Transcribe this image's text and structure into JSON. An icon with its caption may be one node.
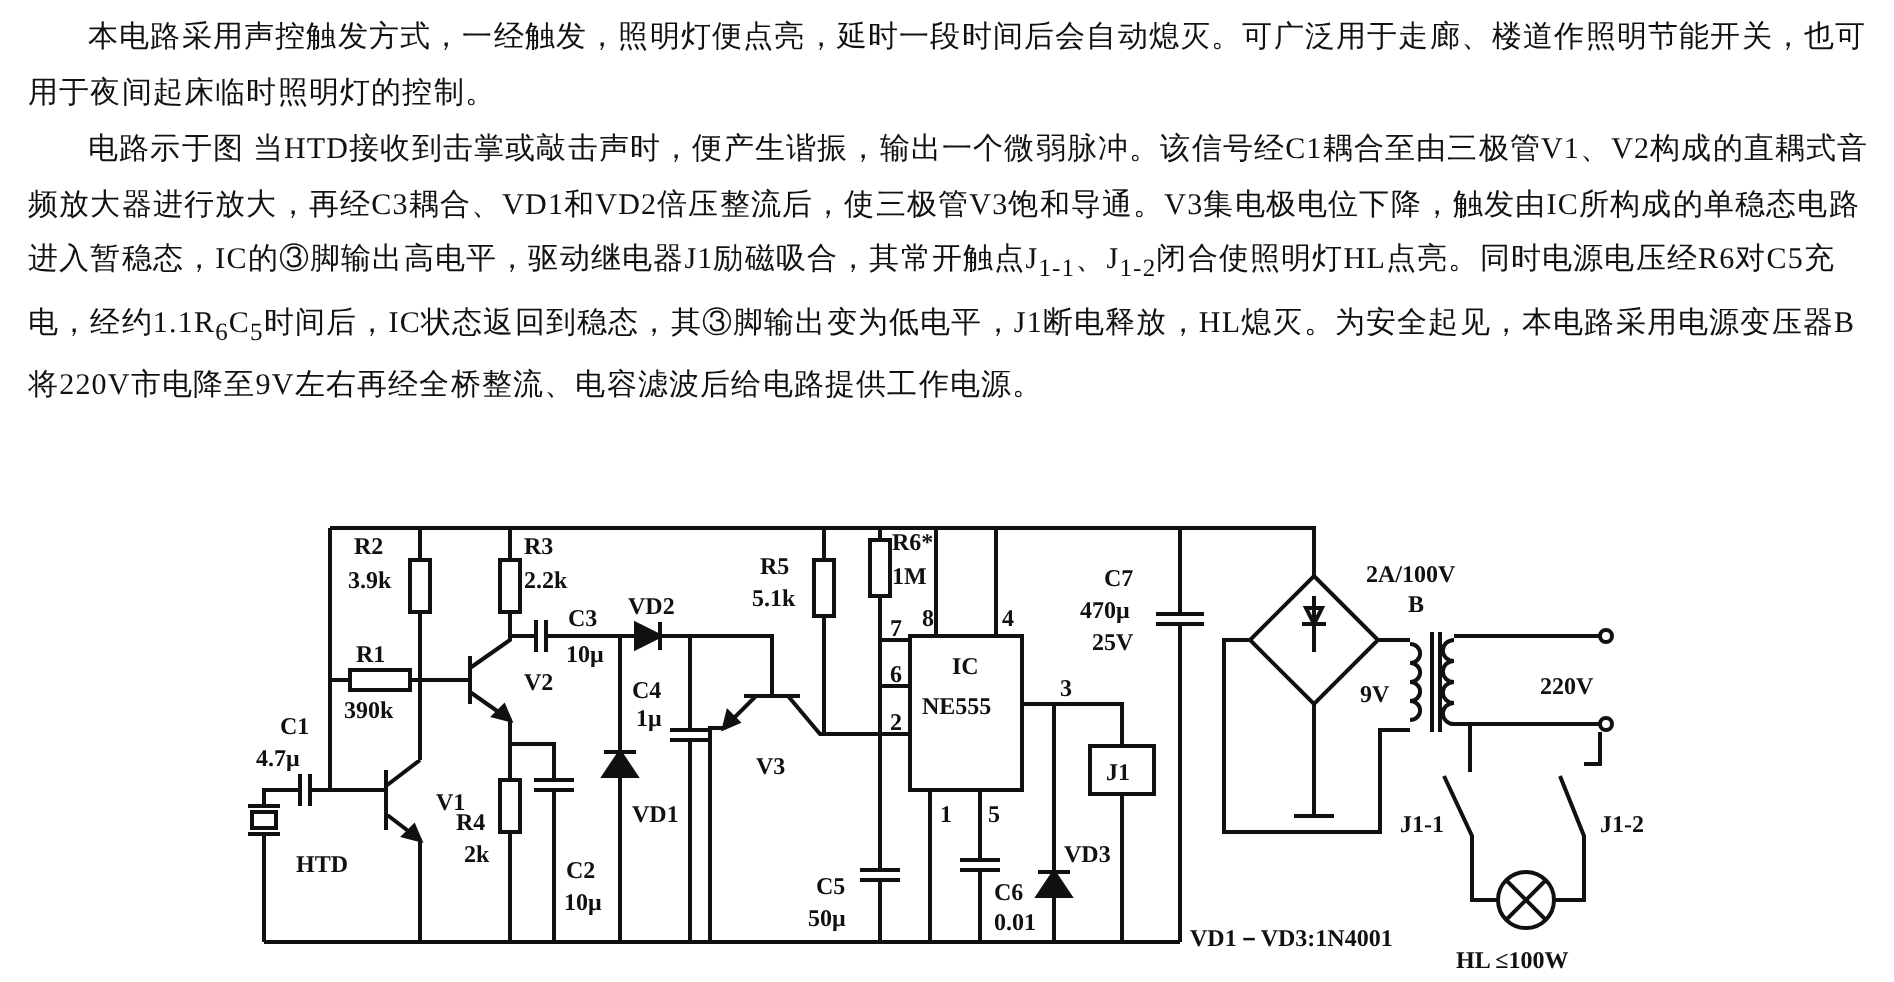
{
  "diagram": {
    "labels": [
      "本电路采用声控触发方式，一经触发，照明灯便点亮，延时一段时间后会自动熄灭。可广泛用于走廊、楼道作照明节能开关，也可用于夜间起床临时照明灯的控制。",
      "电路示于图 当HTD接收到击掌或敲击声时，便产生谐振，输出一个微弱脉冲。该信号经C1耦合至由三极管V1、V2构成的直耦式音频放大器进行放大，再经C3耦合、VD1和VD2倍压整流后，使三极管V3饱和导通。V3集电极电位下降，触发由IC所构成的单稳态电路进入暂稳态，IC的③脚输出高电平，驱动继电器J1励磁吸合，其常开触点J$_{1-1}$、J$_{1-2}$闭合使照明灯HL点亮。同时电源电压经R6对C5充电，经约1.1R$_{6}$C$_{5}$时间后，IC状态返回到稳态，其③脚输出变为低电平，J1断电释放，HL熄灭。为安全起见，本电路采用电源变压器B将220V市电降至9V左右再经全桥整流、电容滤波后给电路提供工作电源。",
      "R2",
      "3.9k",
      "R3",
      "2.2k",
      "R5",
      "5.1k",
      "R6*",
      "1M",
      "8",
      "4",
      "C7",
      "470μ",
      "25V",
      "2A/100V",
      "B",
      "C3",
      "10μ",
      "VD2",
      "R1",
      "390k",
      "V2",
      "C4",
      "1μ",
      "7",
      "6",
      "IC",
      "NE555",
      "3",
      "9V",
      "220V",
      "C1",
      "4.7μ",
      "V1",
      "VD1",
      "V3",
      "2",
      "J1",
      "HTD",
      "R4",
      "2k",
      "C2",
      "10μ",
      "1",
      "5",
      "J1-1",
      "J1-2",
      "C5",
      "50μ",
      "VD3",
      "C6",
      "0.01",
      "VD1－VD3:1N4001",
      "HL ≤100W"
    ]
  }
}
